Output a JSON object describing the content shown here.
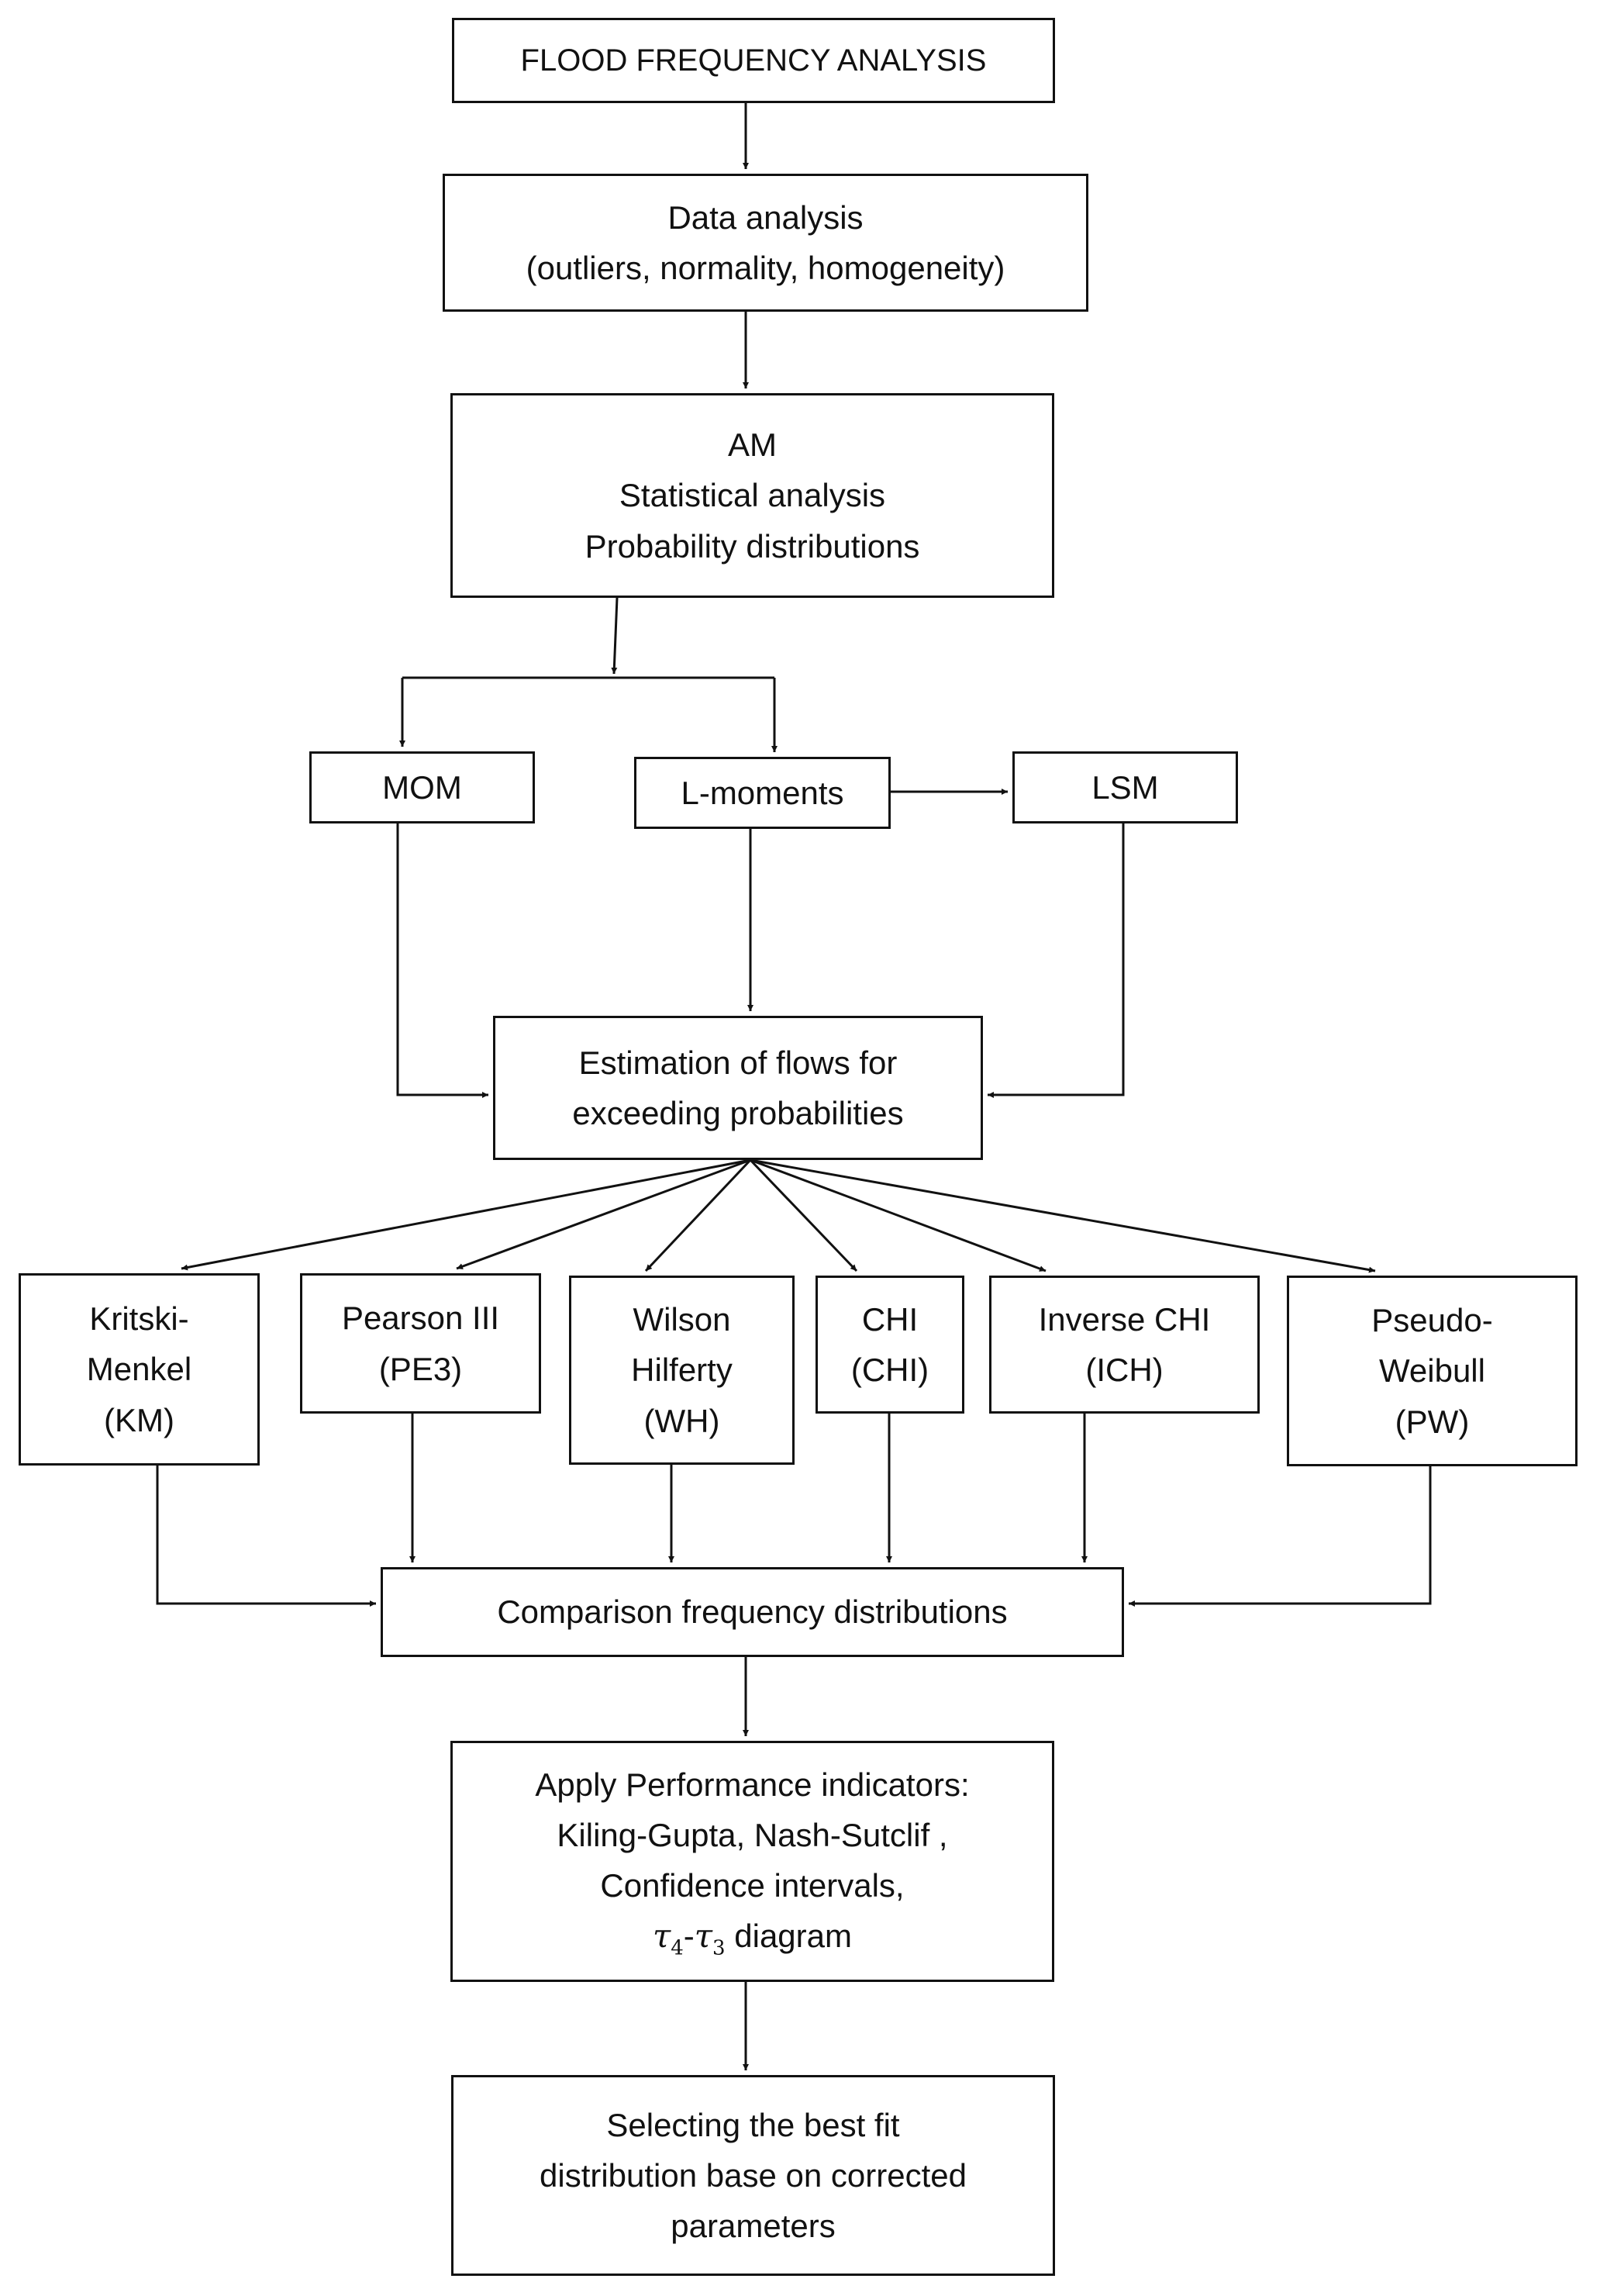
{
  "nodes": {
    "ffa": {
      "lines": [
        "FLOOD FREQUENCY ANALYSIS"
      ]
    },
    "data": {
      "lines": [
        "Data analysis",
        "(outliers, normality, homogeneity)"
      ]
    },
    "am": {
      "lines": [
        "AM",
        "Statistical analysis",
        "Probability distributions"
      ]
    },
    "mom": {
      "lines": [
        "MOM"
      ]
    },
    "lmom": {
      "lines": [
        "L-moments"
      ]
    },
    "lsm": {
      "lines": [
        "LSM"
      ]
    },
    "est": {
      "lines": [
        "Estimation of flows for",
        "exceeding probabilities"
      ]
    },
    "km": {
      "lines": [
        "Kritski-",
        "Menkel",
        "(KM)"
      ]
    },
    "pe3": {
      "lines": [
        "Pearson III",
        "(PE3)"
      ]
    },
    "wh": {
      "lines": [
        "Wilson",
        "Hilferty",
        "(WH)"
      ]
    },
    "chi": {
      "lines": [
        "CHI",
        "(CHI)"
      ]
    },
    "ich": {
      "lines": [
        "Inverse CHI",
        "(ICH)"
      ]
    },
    "pw": {
      "lines": [
        "Pseudo-",
        "Weibull",
        "(PW)"
      ]
    },
    "cmp": {
      "lines": [
        "Comparison frequency distributions"
      ]
    },
    "perf": {
      "lines": [
        "Apply Performance indicators:",
        "Kiling-Gupta, Nash-Sutclif ,",
        "Confidence intervals,"
      ],
      "tau_symbol": "τ",
      "tau_sub_a": "4",
      "tau_dash": "-",
      "tau_sub_b": "3",
      "tau_suffix": " diagram"
    },
    "best": {
      "lines": [
        "Selecting the best fit",
        "distribution base on corrected",
        "parameters"
      ]
    }
  }
}
